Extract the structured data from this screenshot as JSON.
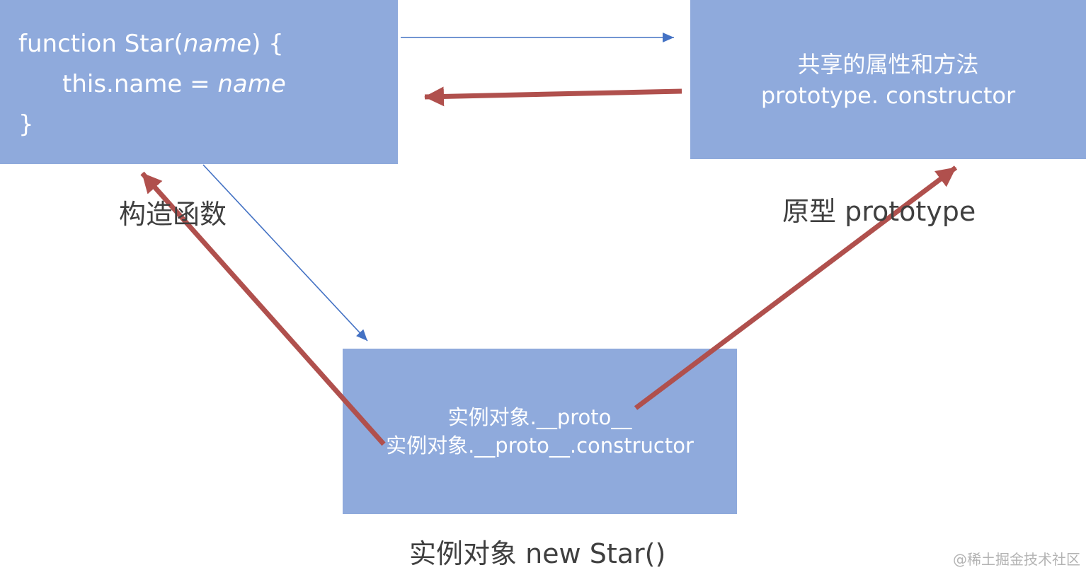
{
  "boxes": {
    "constructor_box": {
      "line1_pre": "function Star(",
      "line1_arg": "name",
      "line1_post": ") {",
      "line2_pre": "this.name = ",
      "line2_arg": "name",
      "line3": "}"
    },
    "prototype_box": {
      "line1": "共享的属性和方法",
      "line2": "prototype. constructor"
    },
    "instance_box": {
      "line1": "实例对象.__proto__",
      "line2": "实例对象.__proto__.constructor"
    }
  },
  "labels": {
    "constructor_label": "构造函数",
    "prototype_label": "原型 prototype",
    "instance_label": "实例对象 new Star()"
  },
  "watermark": "@稀土掘金技术社区",
  "colors": {
    "box_fill": "#8faadc",
    "box_text": "#ffffff",
    "blue_arrow": "#4472c4",
    "red_arrow": "#b0504d",
    "label_text": "#3f3f3f",
    "watermark_text": "#b3b3b3"
  }
}
